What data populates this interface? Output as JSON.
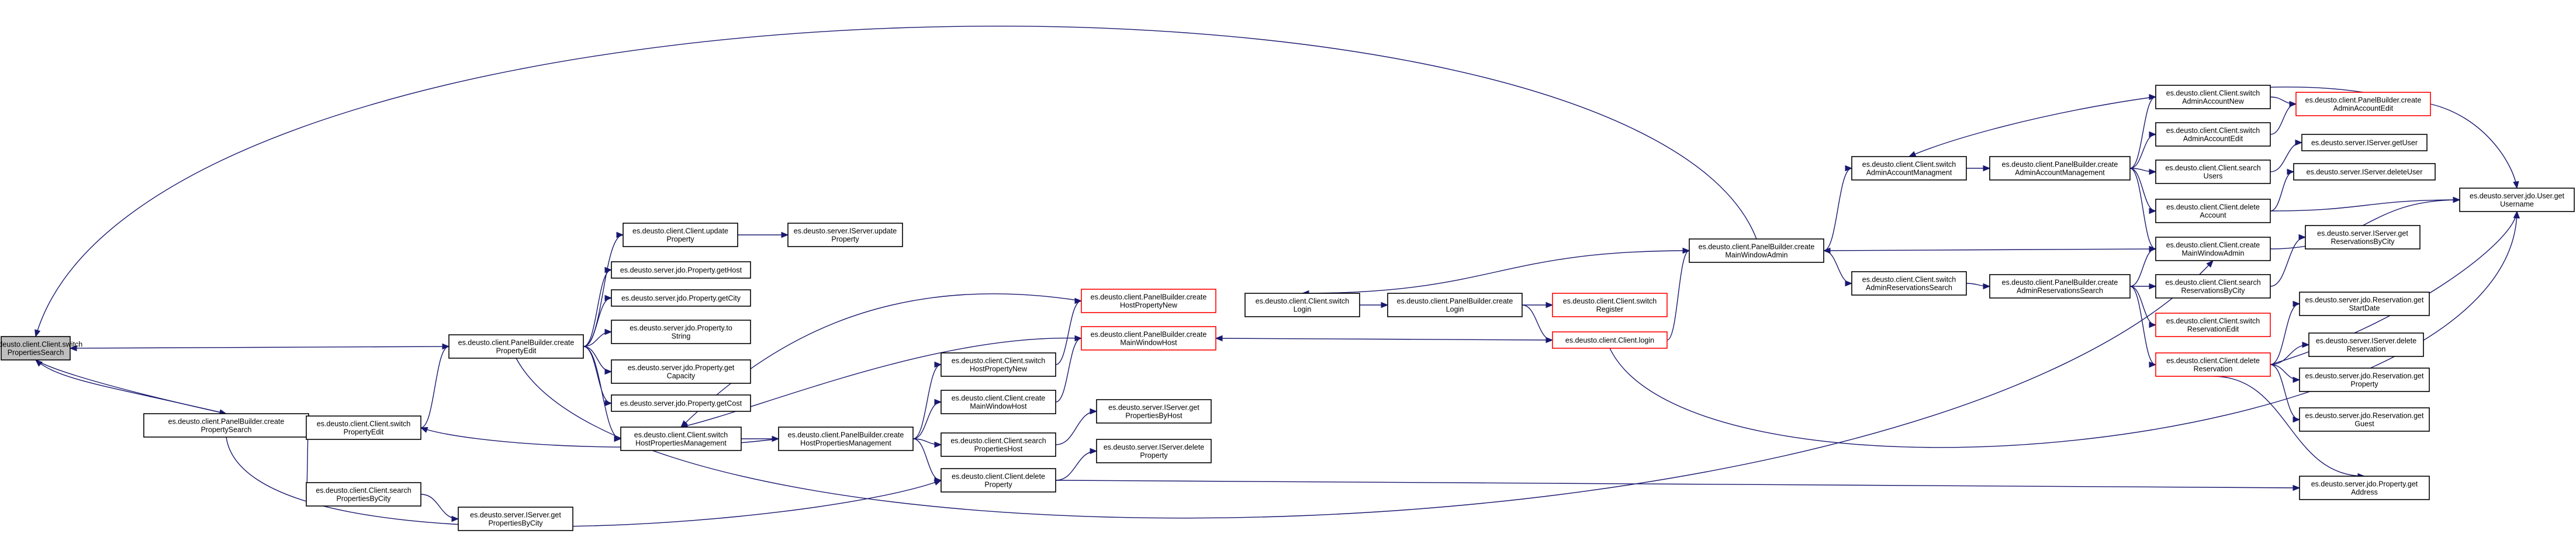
{
  "nodes": [
    {
      "id": "n1",
      "lines": [
        "es.deusto.client.Client.switch",
        "PropertiesSearch"
      ],
      "style": "entry"
    },
    {
      "id": "n2",
      "lines": [
        "es.deusto.client.PanelBuilder.create",
        "PropertySearch"
      ]
    },
    {
      "id": "n3",
      "lines": [
        "es.deusto.client.Client.switch",
        "PropertyEdit"
      ]
    },
    {
      "id": "n4",
      "lines": [
        "es.deusto.client.Client.search",
        "PropertiesByCity"
      ]
    },
    {
      "id": "n5",
      "lines": [
        "es.deusto.server.IServer.get",
        "PropertiesByCity"
      ]
    },
    {
      "id": "n6",
      "lines": [
        "es.deusto.client.PanelBuilder.create",
        "PropertyEdit"
      ]
    },
    {
      "id": "n7",
      "lines": [
        "es.deusto.client.Client.update",
        "Property"
      ]
    },
    {
      "id": "n8",
      "lines": [
        "es.deusto.server.IServer.update",
        "Property"
      ]
    },
    {
      "id": "n9",
      "lines": [
        "es.deusto.server.jdo.Property.getHost"
      ]
    },
    {
      "id": "n10",
      "lines": [
        "es.deusto.server.jdo.Property.getCity"
      ]
    },
    {
      "id": "n11",
      "lines": [
        "es.deusto.server.jdo.Property.to",
        "String"
      ]
    },
    {
      "id": "n12",
      "lines": [
        "es.deusto.server.jdo.Property.get",
        "Capacity"
      ]
    },
    {
      "id": "n13",
      "lines": [
        "es.deusto.server.jdo.Property.getCost"
      ]
    },
    {
      "id": "n14",
      "lines": [
        "es.deusto.client.Client.switch",
        "HostPropertiesManagement"
      ]
    },
    {
      "id": "n15",
      "lines": [
        "es.deusto.client.PanelBuilder.create",
        "HostPropertiesManagement"
      ]
    },
    {
      "id": "n16",
      "lines": [
        "es.deusto.client.Client.switch",
        "HostPropertyNew"
      ]
    },
    {
      "id": "n17",
      "lines": [
        "es.deusto.client.Client.create",
        "MainWindowHost"
      ]
    },
    {
      "id": "n18",
      "lines": [
        "es.deusto.client.Client.search",
        "PropertiesHost"
      ]
    },
    {
      "id": "n19",
      "lines": [
        "es.deusto.client.Client.delete",
        "Property"
      ]
    },
    {
      "id": "n20",
      "lines": [
        "es.deusto.server.IServer.get",
        "PropertiesByHost"
      ]
    },
    {
      "id": "n21",
      "lines": [
        "es.deusto.server.IServer.delete",
        "Property"
      ]
    },
    {
      "id": "n22",
      "lines": [
        "es.deusto.client.PanelBuilder.create",
        "HostPropertyNew"
      ],
      "style": "highlight"
    },
    {
      "id": "n23",
      "lines": [
        "es.deusto.client.PanelBuilder.create",
        "MainWindowHost"
      ],
      "style": "highlight"
    },
    {
      "id": "n24",
      "lines": [
        "es.deusto.client.Client.switch",
        "Login"
      ]
    },
    {
      "id": "n25",
      "lines": [
        "es.deusto.client.PanelBuilder.create",
        "Login"
      ]
    },
    {
      "id": "n26",
      "lines": [
        "es.deusto.client.Client.switch",
        "Register"
      ],
      "style": "highlight"
    },
    {
      "id": "n27",
      "lines": [
        "es.deusto.client.Client.login"
      ],
      "style": "highlight"
    },
    {
      "id": "n28",
      "lines": [
        "es.deusto.client.PanelBuilder.create",
        "MainWindowAdmin"
      ]
    },
    {
      "id": "n29",
      "lines": [
        "es.deusto.client.Client.switch",
        "AdminAccountManagment"
      ]
    },
    {
      "id": "n30",
      "lines": [
        "es.deusto.client.Client.switch",
        "AdminReservationsSearch"
      ]
    },
    {
      "id": "n31",
      "lines": [
        "es.deusto.client.PanelBuilder.create",
        "AdminAccountManagement"
      ]
    },
    {
      "id": "n32",
      "lines": [
        "es.deusto.client.PanelBuilder.create",
        "AdminReservationsSearch"
      ]
    },
    {
      "id": "n33",
      "lines": [
        "es.deusto.client.Client.switch",
        "AdminAccountNew"
      ]
    },
    {
      "id": "n34",
      "lines": [
        "es.deusto.client.Client.switch",
        "AdminAccountEdit"
      ]
    },
    {
      "id": "n35",
      "lines": [
        "es.deusto.client.Client.search",
        "Users"
      ]
    },
    {
      "id": "n36",
      "lines": [
        "es.deusto.client.Client.delete",
        "Account"
      ]
    },
    {
      "id": "n37",
      "lines": [
        "es.deusto.client.Client.create",
        "MainWindowAdmin"
      ]
    },
    {
      "id": "n38",
      "lines": [
        "es.deusto.client.Client.search",
        "ReservationsByCity"
      ]
    },
    {
      "id": "n39",
      "lines": [
        "es.deusto.client.Client.switch",
        "ReservationEdit"
      ],
      "style": "highlight"
    },
    {
      "id": "n40",
      "lines": [
        "es.deusto.client.Client.delete",
        "Reservation"
      ],
      "style": "highlight"
    },
    {
      "id": "n41",
      "lines": [
        "es.deusto.client.PanelBuilder.create",
        "AdminAccountEdit"
      ],
      "style": "highlight"
    },
    {
      "id": "n42",
      "lines": [
        "es.deusto.server.IServer.getUser"
      ]
    },
    {
      "id": "n43",
      "lines": [
        "es.deusto.server.IServer.deleteUser"
      ]
    },
    {
      "id": "n44",
      "lines": [
        "es.deusto.server.IServer.get",
        "ReservationsByCity"
      ]
    },
    {
      "id": "n45",
      "lines": [
        "es.deusto.server.jdo.Reservation.get",
        "StartDate"
      ]
    },
    {
      "id": "n46",
      "lines": [
        "es.deusto.server.IServer.delete",
        "Reservation"
      ]
    },
    {
      "id": "n47",
      "lines": [
        "es.deusto.server.jdo.Reservation.get",
        "Property"
      ]
    },
    {
      "id": "n48",
      "lines": [
        "es.deusto.server.jdo.Reservation.get",
        "Guest"
      ]
    },
    {
      "id": "n49",
      "lines": [
        "es.deusto.server.jdo.Property.get",
        "Address"
      ]
    },
    {
      "id": "n50",
      "lines": [
        "es.deusto.server.jdo.User.get",
        "Username"
      ]
    }
  ],
  "edges": [
    [
      "n1",
      "n2"
    ],
    [
      "n2",
      "n1"
    ],
    [
      "n2",
      "n3"
    ],
    [
      "n2",
      "n4"
    ],
    [
      "n4",
      "n5"
    ],
    [
      "n2",
      "n19"
    ],
    [
      "n3",
      "n6"
    ],
    [
      "n6",
      "n1"
    ],
    [
      "n6",
      "n7"
    ],
    [
      "n7",
      "n8"
    ],
    [
      "n6",
      "n9"
    ],
    [
      "n6",
      "n10"
    ],
    [
      "n6",
      "n11"
    ],
    [
      "n6",
      "n12"
    ],
    [
      "n6",
      "n13"
    ],
    [
      "n6",
      "n14"
    ],
    [
      "n6",
      "n37"
    ],
    [
      "n14",
      "n15"
    ],
    [
      "n15",
      "n3"
    ],
    [
      "n15",
      "n16"
    ],
    [
      "n15",
      "n17"
    ],
    [
      "n15",
      "n18"
    ],
    [
      "n15",
      "n19"
    ],
    [
      "n16",
      "n22"
    ],
    [
      "n22",
      "n14"
    ],
    [
      "n17",
      "n23"
    ],
    [
      "n23",
      "n14"
    ],
    [
      "n18",
      "n20"
    ],
    [
      "n19",
      "n21"
    ],
    [
      "n19",
      "n49"
    ],
    [
      "n24",
      "n25"
    ],
    [
      "n25",
      "n26"
    ],
    [
      "n25",
      "n27"
    ],
    [
      "n27",
      "n23"
    ],
    [
      "n27",
      "n28"
    ],
    [
      "n27",
      "n50"
    ],
    [
      "n28",
      "n24"
    ],
    [
      "n28",
      "n1"
    ],
    [
      "n28",
      "n29"
    ],
    [
      "n28",
      "n30"
    ],
    [
      "n29",
      "n31"
    ],
    [
      "n30",
      "n32"
    ],
    [
      "n31",
      "n33"
    ],
    [
      "n31",
      "n34"
    ],
    [
      "n31",
      "n35"
    ],
    [
      "n31",
      "n36"
    ],
    [
      "n31",
      "n37"
    ],
    [
      "n33",
      "n41"
    ],
    [
      "n34",
      "n41"
    ],
    [
      "n41",
      "n29"
    ],
    [
      "n41",
      "n50"
    ],
    [
      "n35",
      "n42"
    ],
    [
      "n36",
      "n43"
    ],
    [
      "n36",
      "n50"
    ],
    [
      "n37",
      "n28"
    ],
    [
      "n37",
      "n50"
    ],
    [
      "n32",
      "n37"
    ],
    [
      "n32",
      "n38"
    ],
    [
      "n32",
      "n39"
    ],
    [
      "n32",
      "n40"
    ],
    [
      "n38",
      "n44"
    ],
    [
      "n40",
      "n45"
    ],
    [
      "n40",
      "n46"
    ],
    [
      "n40",
      "n47"
    ],
    [
      "n40",
      "n48"
    ],
    [
      "n40",
      "n49"
    ],
    [
      "n40",
      "n50"
    ]
  ]
}
